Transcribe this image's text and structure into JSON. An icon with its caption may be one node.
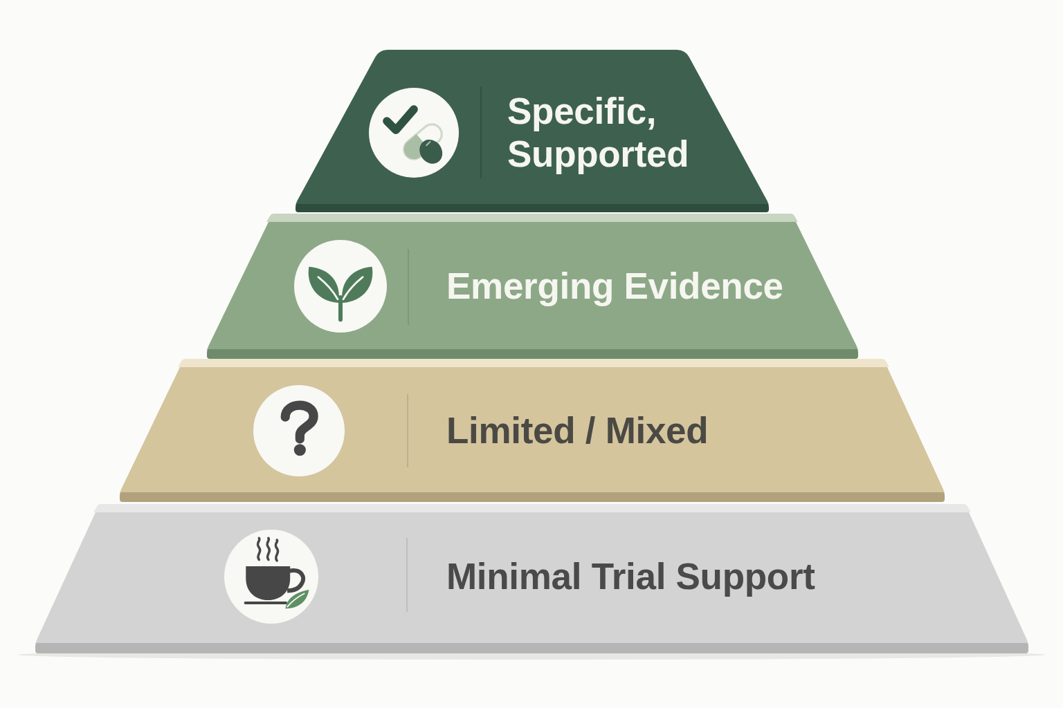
{
  "diagram": {
    "nodes": [
      {
        "text": [
          "Specific, Supported"
        ]
      },
      {
        "text": [
          "Emerging Evidence"
        ]
      },
      {
        "text": [
          "Limited / Mixed"
        ]
      },
      {
        "text": [
          "Minimal Trial Support"
        ]
      }
    ]
  }
}
